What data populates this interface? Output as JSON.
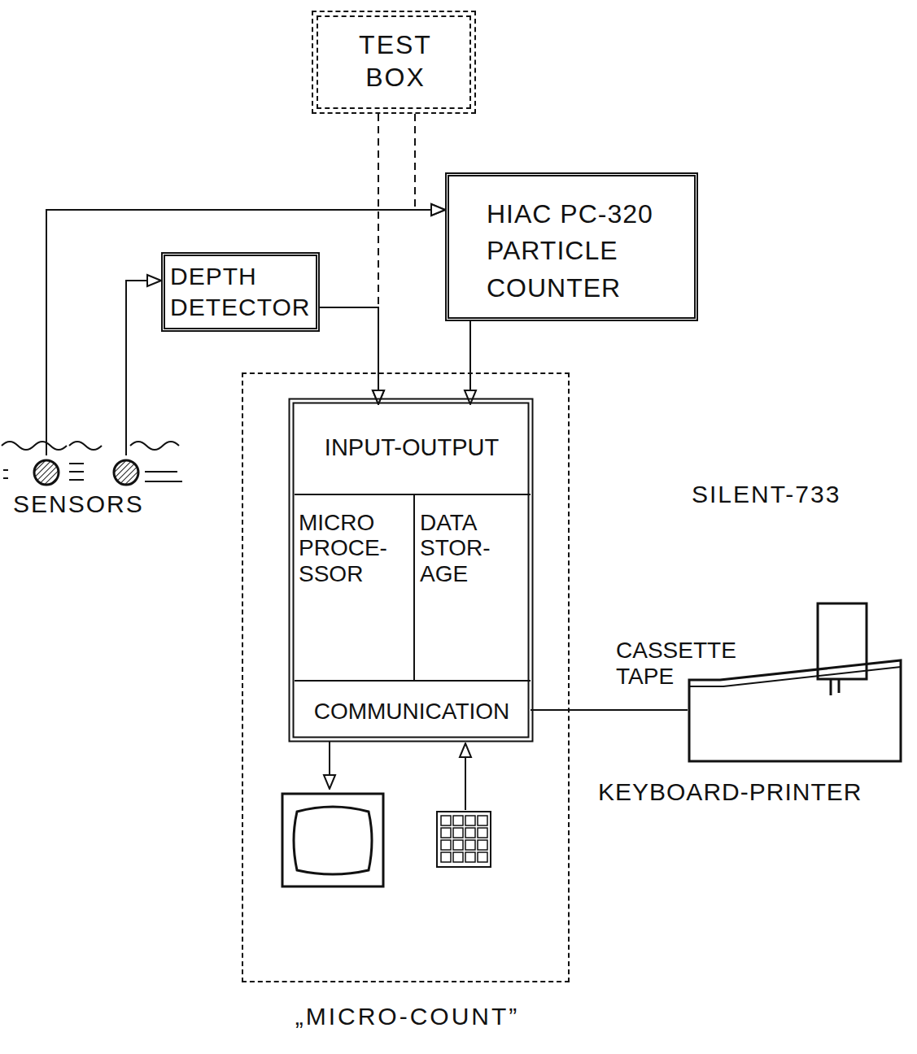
{
  "diagram": {
    "nodes": [
      {
        "text": [
          "TEST BOX"
        ]
      },
      {
        "text": [
          "HIAC PC-320 PARTICLE COUNTER"
        ]
      },
      {
        "text": [
          "DEPTH DETECTOR"
        ]
      },
      {
        "text": [
          "SENSORS"
        ]
      },
      {
        "text": [
          "„MICRO-COUNT”"
        ]
      },
      {
        "text": [
          "INPUT-OUTPUT"
        ],
        "in": 4
      },
      {
        "text": [
          "MICRO PROCE- SSOR"
        ],
        "in": 4
      },
      {
        "text": [
          "DATA STOR- AGE"
        ],
        "in": 4
      },
      {
        "text": [
          "COMMUNICATION"
        ],
        "in": 4
      },
      {
        "text": [
          "SILENT-733",
          "CASSETTE TAPE",
          "KEYBOARD-PRINTER"
        ]
      }
    ],
    "edges": [
      {
        "from": 0,
        "to": 5,
        "arrow": "to"
      },
      {
        "from": 0,
        "to": 1,
        "arrow": "to"
      },
      {
        "from": 2,
        "to": 5,
        "arrow": "to"
      },
      {
        "from": 1,
        "to": 5,
        "arrow": "to"
      },
      {
        "from": 3,
        "to": 1,
        "arrow": "to"
      },
      {
        "from": 3,
        "to": 2,
        "arrow": "to"
      },
      {
        "from": 8,
        "to": 9,
        "arrow": "none"
      }
    ]
  }
}
